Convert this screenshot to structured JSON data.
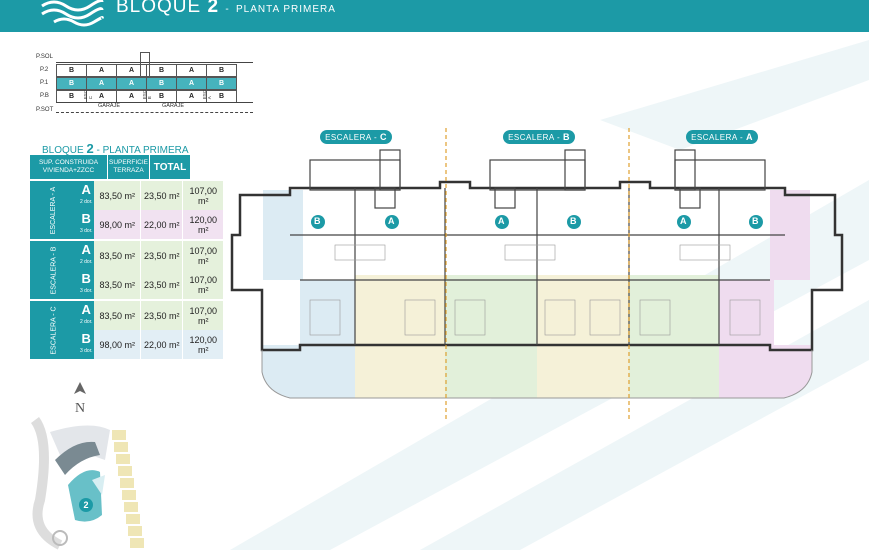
{
  "header": {
    "bloque_label": "BLOQUE",
    "bloque_num": "2",
    "dash": "-",
    "subtitle": "PLANTA PRIMERA"
  },
  "mini_diagram": {
    "levels": [
      "P.SOL",
      "P.2",
      "P.1",
      "P.B",
      "P.SOT"
    ],
    "row_p2": [
      "B",
      "A",
      "A",
      "B",
      "A",
      "B"
    ],
    "row_p1": [
      "B",
      "A",
      "A",
      "B",
      "A",
      "B"
    ],
    "row_pb": [
      "B",
      "A",
      "A",
      "B",
      "A",
      "B"
    ],
    "sotano": [
      "GARAJE",
      "GARAJE"
    ],
    "esc_tags": [
      "ESC C",
      "ESC B",
      "ESC A"
    ]
  },
  "table": {
    "title_prefix": "BLOQUE",
    "title_num": "2",
    "title_suffix": "- PLANTA PRIMERA",
    "headers": {
      "construida": "SUP. CONSTRUIDA VIVIENDA+ZZCC",
      "terraza": "SUPERFICIE TERRAZA",
      "total": "TOTAL"
    },
    "groups": [
      {
        "escalera": "ESCALERA - A",
        "rows": [
          {
            "tipo": "A",
            "dor": "2 dor.",
            "construida": "83,50 m²",
            "terraza": "23,50 m²",
            "total": "107,00 m²"
          },
          {
            "tipo": "B",
            "dor": "3 dor.",
            "construida": "98,00 m²",
            "terraza": "22,00 m²",
            "total": "120,00 m²"
          }
        ]
      },
      {
        "escalera": "ESCALERA - B",
        "rows": [
          {
            "tipo": "A",
            "dor": "2 dor.",
            "construida": "83,50 m²",
            "terraza": "23,50 m²",
            "total": "107,00 m²"
          },
          {
            "tipo": "B",
            "dor": "3 dor.",
            "construida": "83,50 m²",
            "terraza": "23,50 m²",
            "total": "107,00 m²"
          }
        ]
      },
      {
        "escalera": "ESCALERA - C",
        "rows": [
          {
            "tipo": "A",
            "dor": "2 dor.",
            "construida": "83,50 m²",
            "terraza": "23,50 m²",
            "total": "107,00 m²"
          },
          {
            "tipo": "B",
            "dor": "3 dor.",
            "construida": "98,00 m²",
            "terraza": "22,00 m²",
            "total": "120,00 m²"
          }
        ]
      }
    ]
  },
  "sitemap": {
    "north": "N",
    "block_num": "2"
  },
  "plan": {
    "escaleras": [
      {
        "label": "ESCALERA -",
        "letter": "C"
      },
      {
        "label": "ESCALERA -",
        "letter": "B"
      },
      {
        "label": "ESCALERA -",
        "letter": "A"
      }
    ],
    "unit_markers": [
      "B",
      "A",
      "A",
      "B",
      "A",
      "B"
    ],
    "colors": {
      "teal": "#1c9aa6",
      "blue": "#dcebf3",
      "yellow": "#f5f1d8",
      "green": "#e2f0da",
      "pink": "#efdcef",
      "divider": "#e0a030"
    }
  }
}
